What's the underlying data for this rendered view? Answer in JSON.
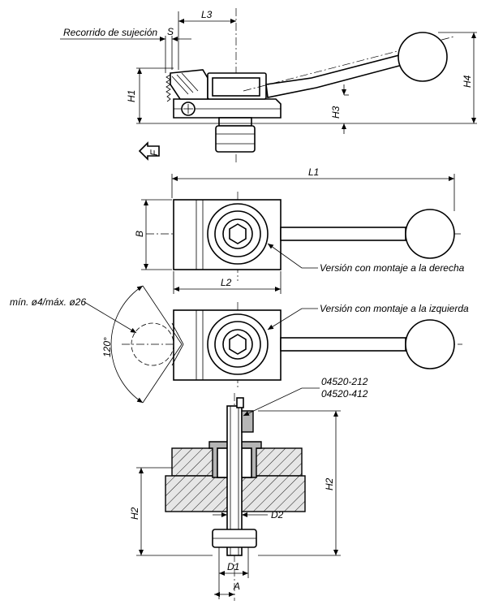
{
  "labels": {
    "stroke": "Recorrido de sujeción",
    "s": "S",
    "l3": "L3",
    "h1": "H1",
    "h3": "H3",
    "h4": "H4",
    "f": "F",
    "l1": "L1",
    "b": "B",
    "l2": "L2",
    "right_version": "Versión con montaje a la derecha",
    "left_version": "Versión con montaje a la izquierda",
    "diameter": "mín. ø4/máx. ø26",
    "angle": "120°",
    "part_no_1": "04520-212",
    "part_no_2": "04520-412",
    "h2_left": "H2",
    "h2_right": "H2",
    "d2": "D2",
    "d1": "D1",
    "a": "A"
  },
  "colors": {
    "line": "#000000",
    "fill_light": "#d9d9d9",
    "fill_dark": "#b5b5b5",
    "background": "#ffffff"
  }
}
